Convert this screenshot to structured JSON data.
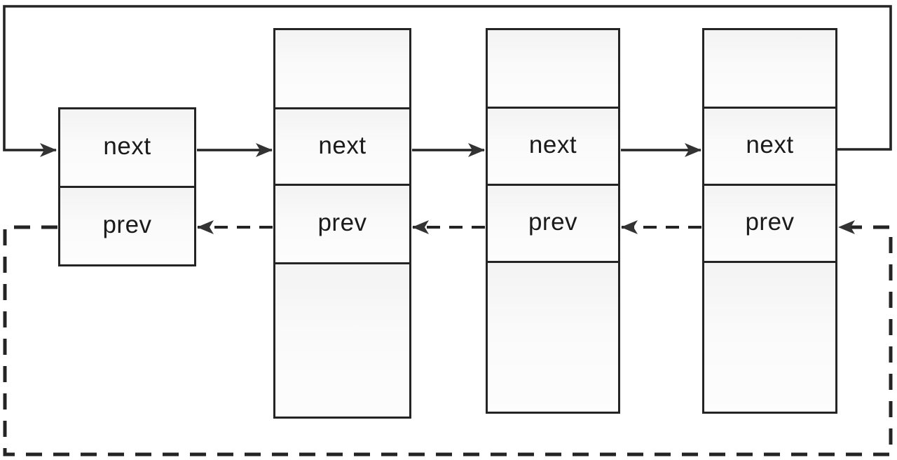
{
  "diagram": {
    "kind": "circular-doubly-linked-list",
    "labels": {
      "next": "next",
      "prev": "prev"
    },
    "nodes": [
      {
        "id": "node-1",
        "fields": [
          "next",
          "prev"
        ]
      },
      {
        "id": "node-2",
        "fields": [
          "",
          "next",
          "prev",
          ""
        ]
      },
      {
        "id": "node-3",
        "fields": [
          "",
          "next",
          "prev",
          ""
        ]
      },
      {
        "id": "node-4",
        "fields": [
          "",
          "next",
          "prev",
          ""
        ]
      }
    ],
    "links": [
      {
        "from": "node-1",
        "to": "node-2",
        "type": "next",
        "style": "solid-arrow"
      },
      {
        "from": "node-2",
        "to": "node-3",
        "type": "next",
        "style": "solid-arrow"
      },
      {
        "from": "node-3",
        "to": "node-4",
        "type": "next",
        "style": "solid-arrow"
      },
      {
        "from": "node-4",
        "to": "node-1",
        "type": "next",
        "style": "solid-arrow",
        "route": "around-top"
      },
      {
        "from": "node-2",
        "to": "node-1",
        "type": "prev",
        "style": "dashed-arrow"
      },
      {
        "from": "node-3",
        "to": "node-2",
        "type": "prev",
        "style": "dashed-arrow"
      },
      {
        "from": "node-4",
        "to": "node-3",
        "type": "prev",
        "style": "dashed-arrow"
      },
      {
        "from": "node-1",
        "to": "node-4",
        "type": "prev",
        "style": "dashed-arrow",
        "route": "around-bottom"
      }
    ],
    "colors": {
      "line": "#242424",
      "arrowhead": "#333333",
      "cell_fill": "#f6f6f6",
      "background": "#ffffff",
      "text": "#1b1b1b"
    }
  }
}
